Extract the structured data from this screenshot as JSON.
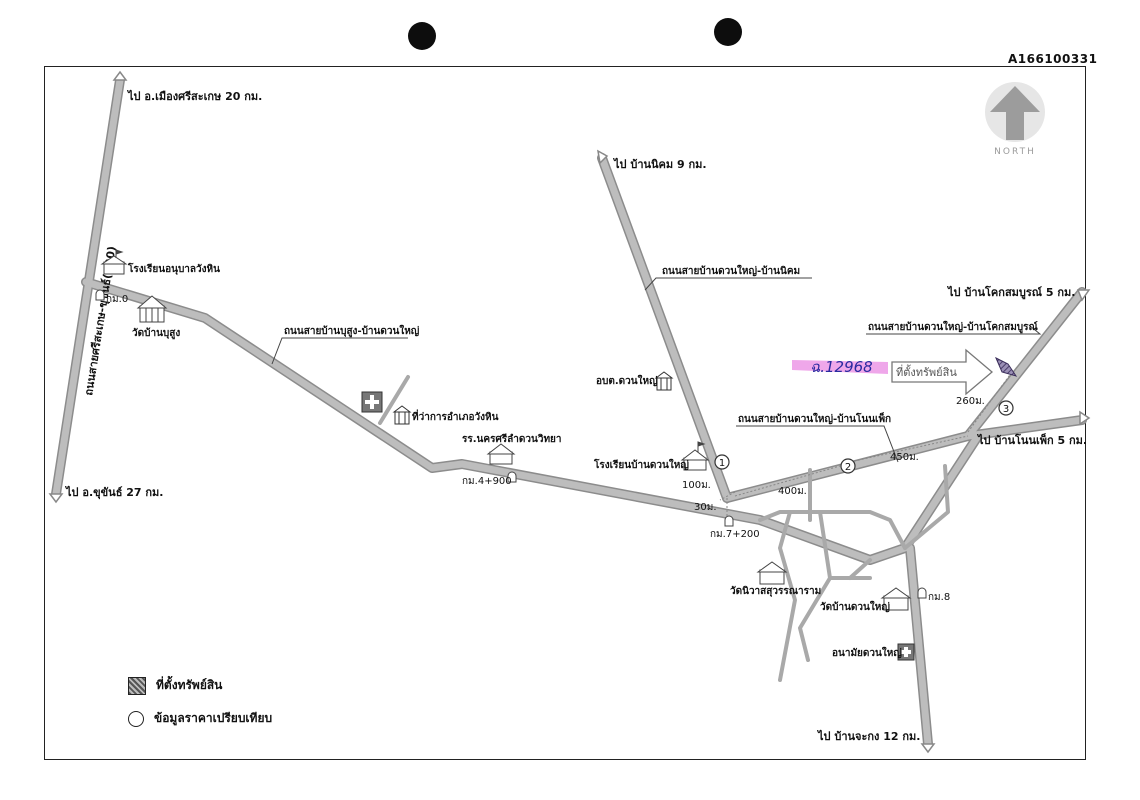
{
  "document_id": "A166100331",
  "north_label": "NORTH",
  "handwritten_note": "ฉ.12968",
  "property_callout": "ที่ตั้งทรัพย์สิน",
  "destinations": {
    "sisaket": "ไป อ.เมืองศรีสะเกษ 20 กม.",
    "ban_nikhom": "ไป บ้านนิคม 9 กม.",
    "khok_sombun": "ไป บ้านโคกสมบูรณ์ 5 กม.",
    "non_phek": "ไป บ้านโนนเพ็ก 5 กม.",
    "khukhan": "ไป อ.ขุขันธ์ 27 กม.",
    "ban_chakong": "ไป บ้านจะกง 12 กม."
  },
  "roads": {
    "highway": "ถนนสายศรีสะเกษ-ขุขันธ์(220)",
    "bun_sung": "ถนนสายบ้านบุสูง-บ้านดวนใหญ่",
    "nikhom": "ถนนสายบ้านดวนใหญ่-บ้านนิคม",
    "khok_sombun": "ถนนสายบ้านดวนใหญ่-บ้านโคกสมบูรณ์",
    "non_phek": "ถนนสายบ้านดวนใหญ่-บ้านโนนเพ็ก"
  },
  "places": {
    "school_anuban": "โรงเรียนอนุบาลวังหิน",
    "wat_bun_sung": "วัดบ้านบุสูง",
    "district_office": "ที่ว่าการอำเภอวังหิน",
    "school_nakhon": "รร.นครศรีลำดวนวิทยา",
    "obt": "อบต.ดวนใหญ่",
    "school_duan_yai": "โรงเรียนบ้านดวนใหญ่",
    "wat_niwat": "วัดนิวาสสุวรรณาราม",
    "wat_duan_yai": "วัดบ้านดวนใหญ่",
    "health_center": "อนามัยดวนใหญ่"
  },
  "markers": {
    "km0": "กม.0",
    "km4_900": "กม.4+900",
    "km7_200": "กม.7+200",
    "km8": "กม.8"
  },
  "distances": {
    "d100": "100ม.",
    "d30": "30ม.",
    "d400": "400ม.",
    "d450": "450ม.",
    "d260": "260ม."
  },
  "comparison_points": [
    "1",
    "2",
    "3"
  ],
  "legend": {
    "property": "ที่ตั้งทรัพย์สิน",
    "comparison": "ข้อมูลราคาเปรียบเทียบ"
  },
  "colors": {
    "road": "#a9a9a9",
    "road_edge": "#8c8c8c",
    "annotation_pen": "#2a2aa0",
    "highlighter": "#e98ae3",
    "property": "#6a5a8a"
  }
}
